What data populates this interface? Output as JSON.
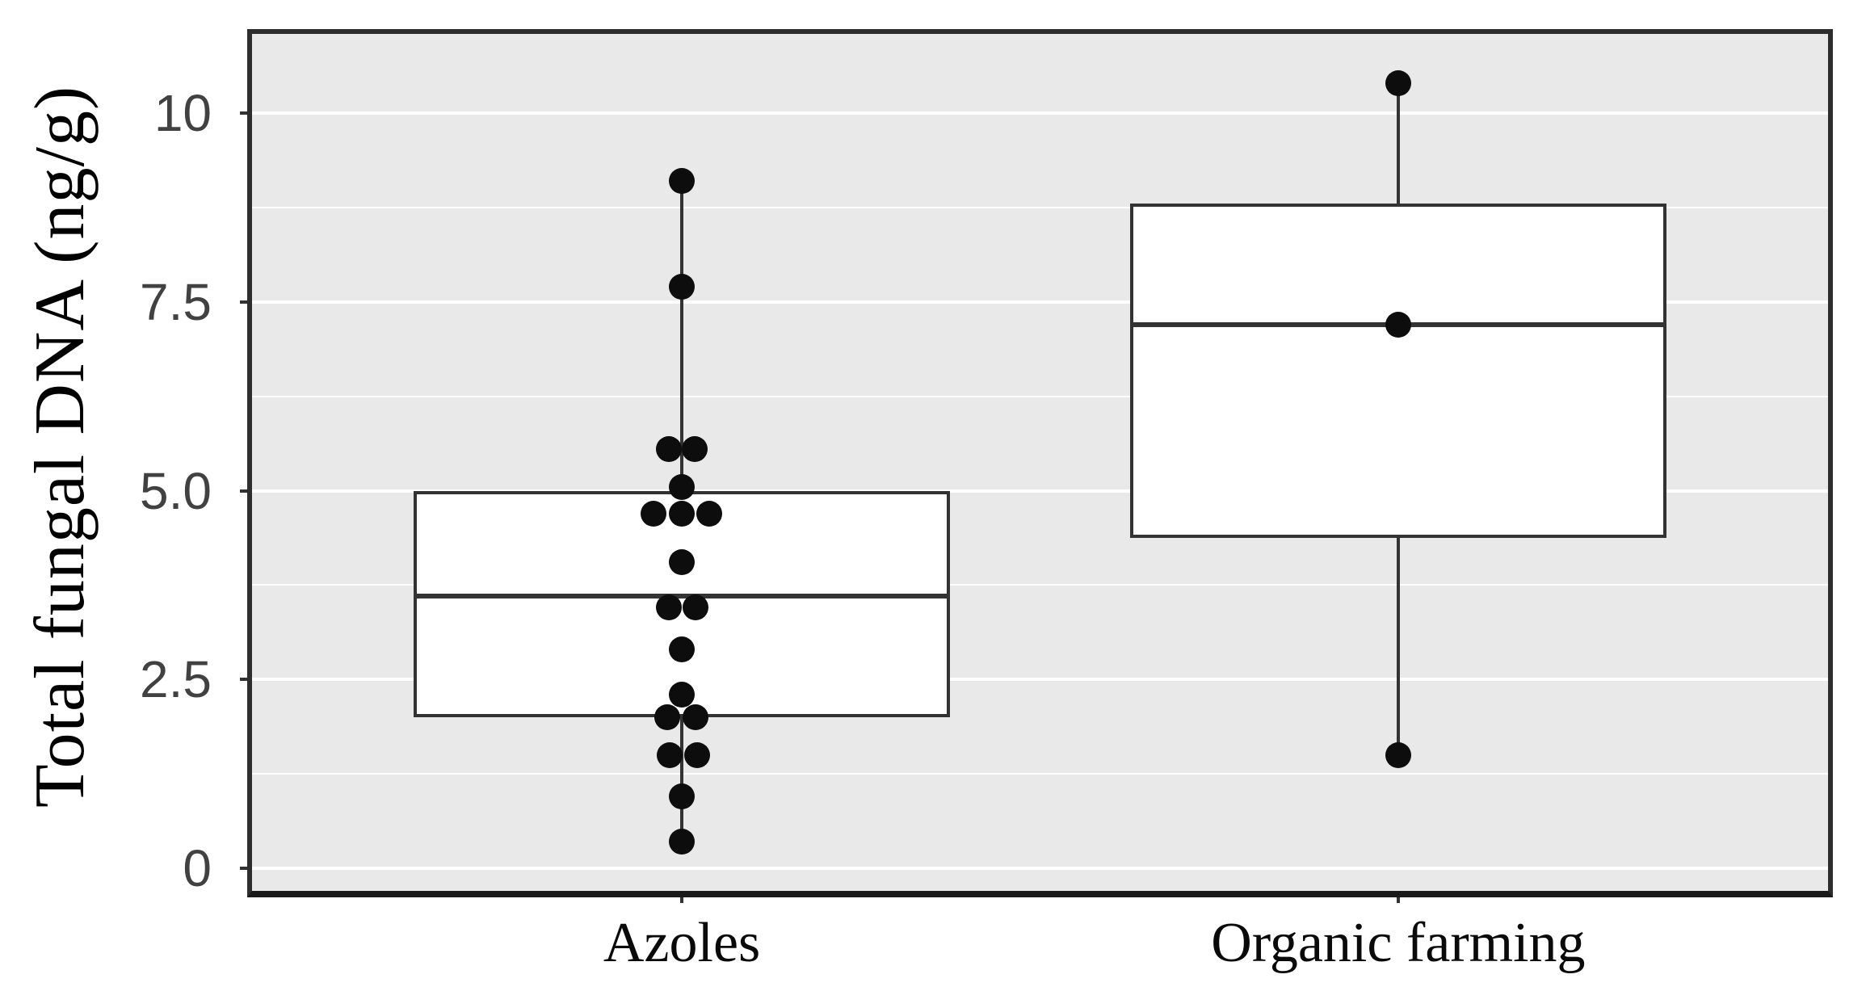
{
  "chart_data": {
    "type": "boxplot",
    "title": "",
    "xlabel": "",
    "ylabel": "Total fungal DNA (ng/g)",
    "categories": [
      "Azoles",
      "Organic farming"
    ],
    "y_axis": {
      "tick_labels": [
        "0",
        "2.5",
        "5.0",
        "7.5",
        "10"
      ],
      "tick_values": [
        0,
        2.5,
        5.0,
        7.5,
        10
      ],
      "minor_gridlines": [
        1.25,
        3.75,
        6.25,
        8.75
      ],
      "range": [
        -0.3,
        11.05
      ]
    },
    "grid": "horizontal-only",
    "legend": "none",
    "series": [
      {
        "name": "Azoles",
        "q1": 2.0,
        "median": 3.6,
        "q3": 5.0,
        "whisker_low": 0.35,
        "whisker_high": 9.1,
        "points": [
          {
            "v": 9.1,
            "dx": 0
          },
          {
            "v": 7.7,
            "dx": 0
          },
          {
            "v": 5.55,
            "dx": -16
          },
          {
            "v": 5.55,
            "dx": 16
          },
          {
            "v": 5.05,
            "dx": 0
          },
          {
            "v": 4.7,
            "dx": -35
          },
          {
            "v": 4.7,
            "dx": 0
          },
          {
            "v": 4.7,
            "dx": 34
          },
          {
            "v": 4.05,
            "dx": 0
          },
          {
            "v": 3.45,
            "dx": -16
          },
          {
            "v": 3.45,
            "dx": 17
          },
          {
            "v": 2.9,
            "dx": 0
          },
          {
            "v": 2.3,
            "dx": 0
          },
          {
            "v": 2.0,
            "dx": -18
          },
          {
            "v": 2.0,
            "dx": 17
          },
          {
            "v": 1.5,
            "dx": -15
          },
          {
            "v": 1.5,
            "dx": 19
          },
          {
            "v": 0.95,
            "dx": 0
          },
          {
            "v": 0.35,
            "dx": 0
          }
        ]
      },
      {
        "name": "Organic farming",
        "q1": 4.37,
        "median": 7.2,
        "q3": 8.8,
        "whisker_low": 1.5,
        "whisker_high": 10.4,
        "points": [
          {
            "v": 10.4,
            "dx": 0
          },
          {
            "v": 7.2,
            "dx": 0
          },
          {
            "v": 1.5,
            "dx": 0
          }
        ]
      }
    ],
    "colors": {
      "panel_bg": "#e9e9e9",
      "gridline_major": "#ffffff",
      "gridline_minor": "#ffffff",
      "panel_border": "#2e2e2e",
      "axis_line": "#1a1a1a",
      "box_stroke": "#333333",
      "box_fill": "#ffffff",
      "point": "#0d0d0d",
      "tick_mark": "#333333",
      "tick_label": "#414141",
      "category_label": "#0a0a0a",
      "axis_title": "#000000"
    }
  }
}
